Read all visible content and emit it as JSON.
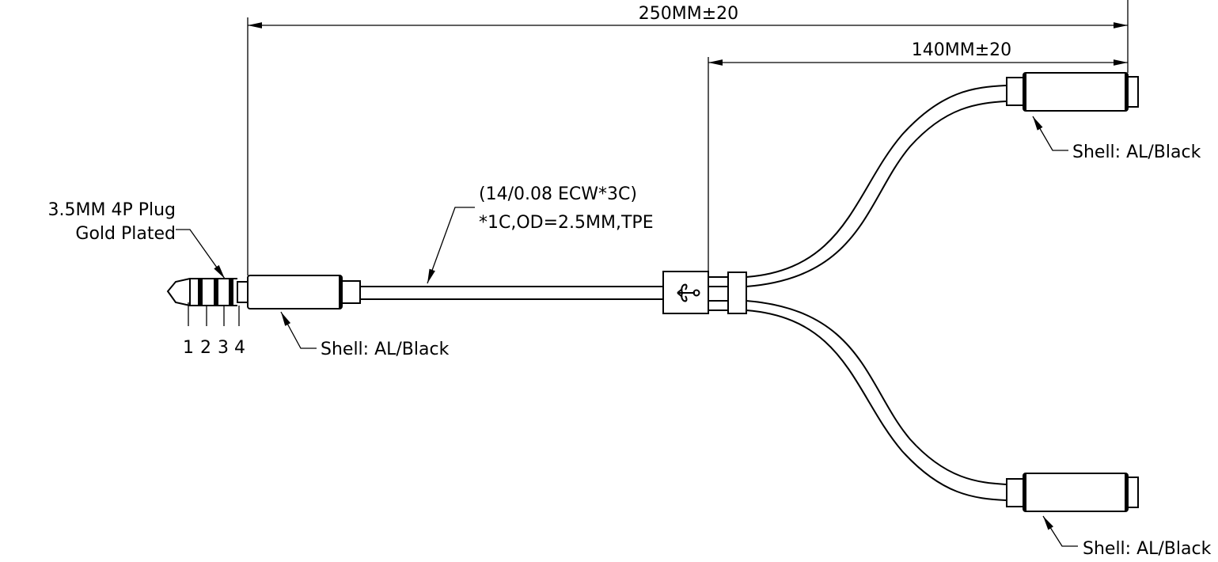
{
  "dimensions": {
    "overall": "250MM±20",
    "branch": "140MM±20"
  },
  "plug": {
    "label_line1": "3.5MM 4P Plug",
    "label_line2": "Gold Plated",
    "pins": [
      "1",
      "2",
      "3",
      "4"
    ]
  },
  "cable": {
    "spec_line1": "(14/0.08 ECW*3C)",
    "spec_line2": "*1C,OD=2.5MM,TPE"
  },
  "shell_labels": {
    "plug": "Shell: AL/Black",
    "upper_jack": "Shell: AL/Black",
    "lower_jack": "Shell: AL/Black"
  }
}
